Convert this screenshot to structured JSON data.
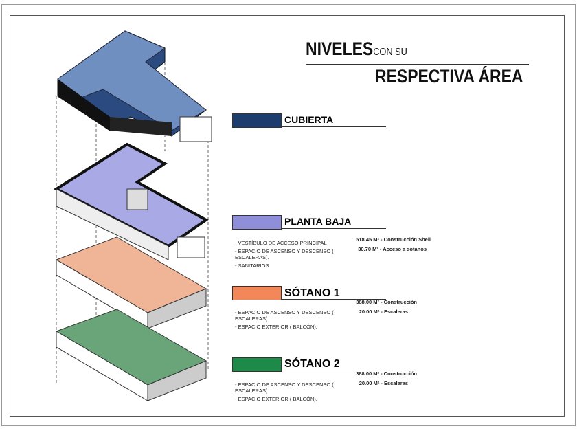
{
  "title": {
    "line1_main": "NIVELES",
    "line1_small": "CON SU",
    "line2": "RESPECTIVA ÁREA"
  },
  "levels": [
    {
      "name": "CUBIERTA",
      "color": "#1c3d6e",
      "items": [],
      "areas": []
    },
    {
      "name": "PLANTA BAJA",
      "color": "#8f8fd9",
      "items": [
        "- VESTÍBULO DE ACCESO PRINCIPAL",
        "- ESPACIO DE ASCENSO Y DESCENSO ( ESCALERAS).",
        "- SANITARIOS"
      ],
      "areas": [
        "518.45 M² - Construcción Shell",
        "30.70 M² - Acceso a sotanos"
      ]
    },
    {
      "name": "SÓTANO 1",
      "color": "#f2875a",
      "items": [
        "- ESPACIO DE ASCENSO Y DESCENSO ( ESCALERAS).",
        "- ESPACIO EXTERIOR ( BALCÓN)."
      ],
      "areas": [
        "388.00 M² - Construcción",
        "20.00 M² - Escaleras"
      ]
    },
    {
      "name": "SÓTANO 2",
      "color": "#1e8a4a",
      "items": [
        "- ESPACIO DE ASCENSO Y DESCENSO ( ESCALERAS).",
        "- ESPACIO EXTERIOR ( BALCÓN)."
      ],
      "areas": [
        "388.00 M² - Construcción",
        "20.00 M² - Escaleras"
      ]
    }
  ]
}
